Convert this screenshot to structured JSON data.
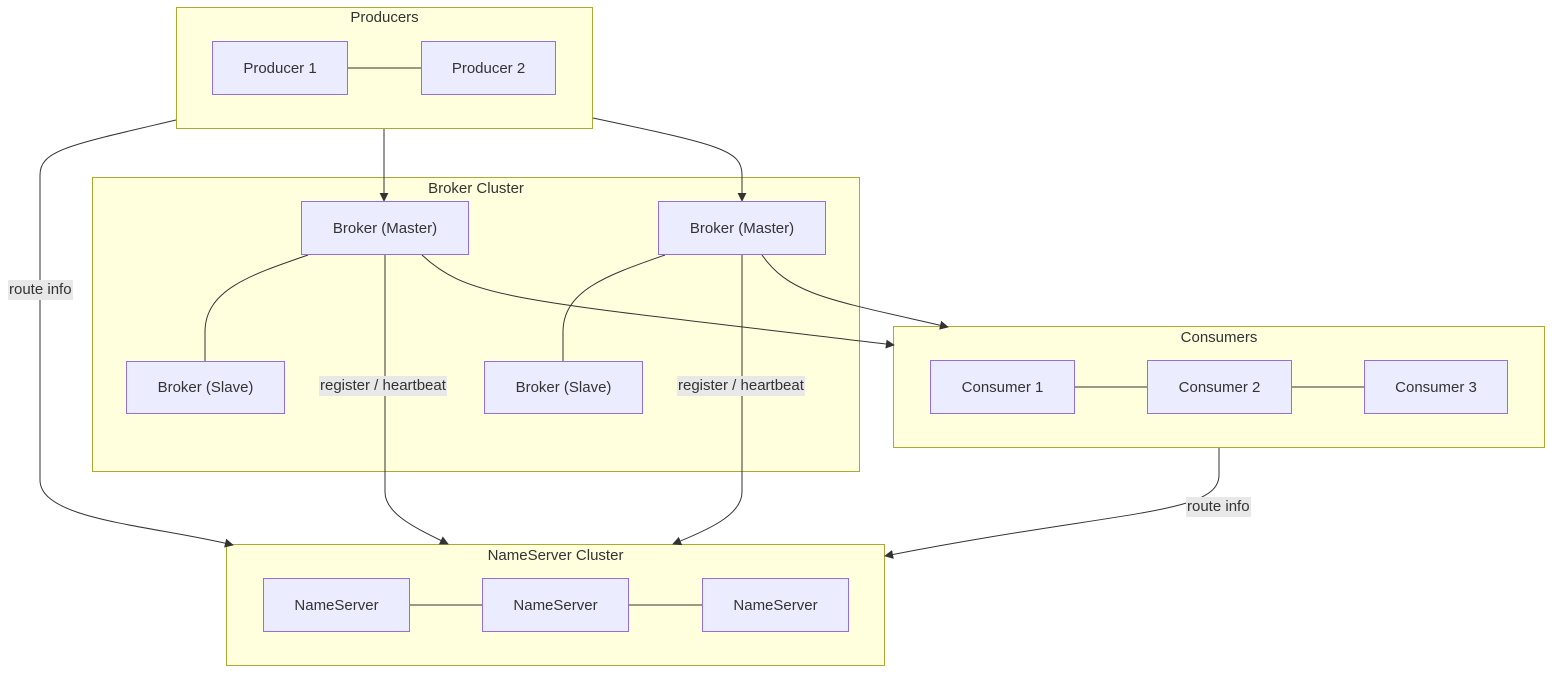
{
  "clusters": {
    "producers": "Producers",
    "broker": "Broker Cluster",
    "consumers": "Consumers",
    "nameserver": "NameServer Cluster"
  },
  "nodes": {
    "producer1": "Producer 1",
    "producer2": "Producer 2",
    "broker_master_1": "Broker (Master)",
    "broker_master_2": "Broker (Master)",
    "broker_slave_1": "Broker (Slave)",
    "broker_slave_2": "Broker (Slave)",
    "consumer1": "Consumer 1",
    "consumer2": "Consumer 2",
    "consumer3": "Consumer 3",
    "nameserver1": "NameServer",
    "nameserver2": "NameServer",
    "nameserver3": "NameServer"
  },
  "edge_labels": {
    "producers_route": "route info",
    "broker1_register": "register / heartbeat",
    "broker2_register": "register / heartbeat",
    "consumers_route": "route info"
  },
  "colors": {
    "cluster_fill": "#ffffde",
    "cluster_border": "#aaaa33",
    "node_fill": "#ececff",
    "node_border": "#9370db",
    "edge": "#333333",
    "label_bg": "#e8e8e8"
  }
}
